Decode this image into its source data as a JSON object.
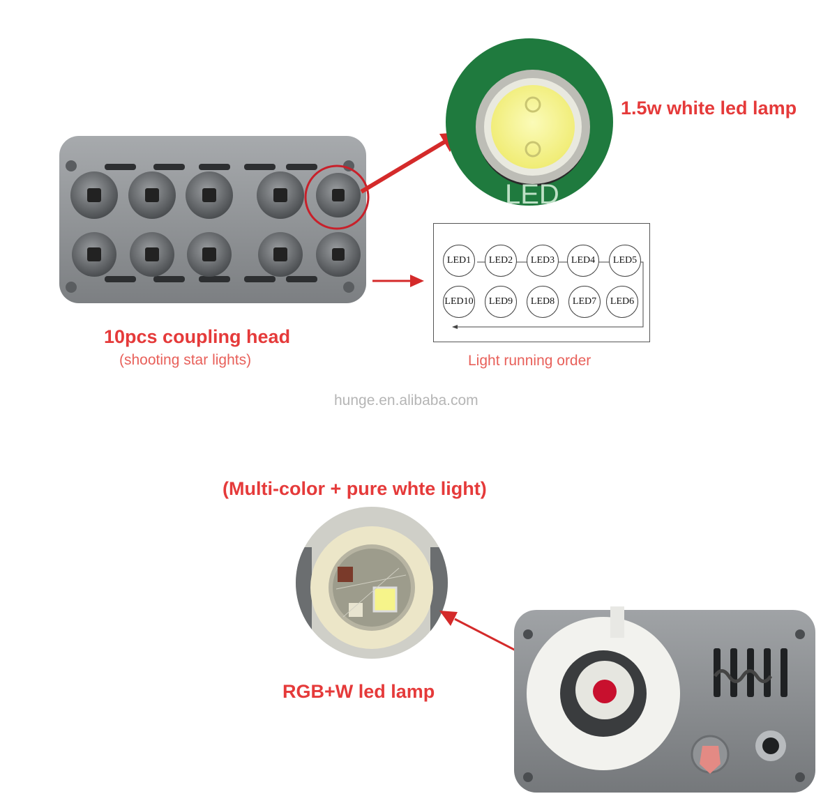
{
  "labels": {
    "white_lamp": "1.5w white led lamp",
    "coupling_head": "10pcs coupling head",
    "coupling_sub": "(shooting star lights)",
    "running_order": "Light running order",
    "watermark": "hunge.en.alibaba.com",
    "multicolor": "(Multi-color + pure whte light)",
    "rgbw_lamp": "RGB+W led lamp"
  },
  "leds": {
    "top_row": [
      "LED1",
      "LED2",
      "LED3",
      "LED4",
      "LED5"
    ],
    "bottom_row": [
      "LED10",
      "LED9",
      "LED8",
      "LED7",
      "LED6"
    ]
  },
  "colors": {
    "accent_red": "#e53a3a",
    "arrow_red": "#d42a2a",
    "pcb_green": "#1f7a3e",
    "device_grey": "#8a8d90"
  }
}
